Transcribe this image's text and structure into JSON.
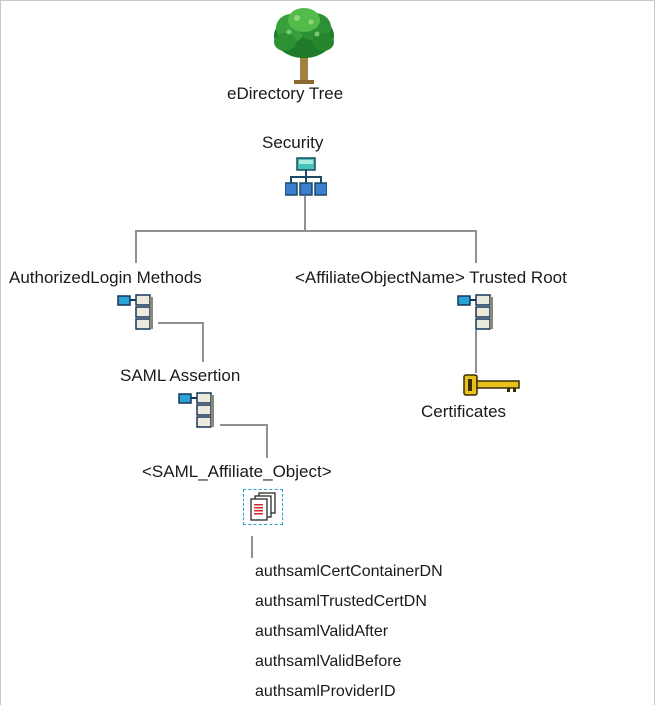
{
  "nodes": {
    "tree": "eDirectory Tree",
    "security": "Security",
    "login_methods": "AuthorizedLogin Methods",
    "trusted_root": "<AffiliateObjectName> Trusted Root",
    "saml_assertion": "SAML Assertion",
    "certificates": "Certificates",
    "affiliate_object": "<SAML_Affiliate_Object>"
  },
  "attributes": [
    "authsamlCertContainerDN",
    "authsamlTrustedCertDN",
    "authsamlValidAfter",
    "authsamlValidBefore",
    "authsamlProviderID"
  ],
  "icons": {
    "tree": "tree-icon",
    "security": "security-org-icon",
    "container": "container-icon",
    "key": "key-icon",
    "document": "document-stack-icon"
  },
  "colors": {
    "connector": "#8f9194",
    "container_blue": "#2aa3d6",
    "key_gold": "#e8c21a",
    "selection": "#2a9fd6"
  }
}
